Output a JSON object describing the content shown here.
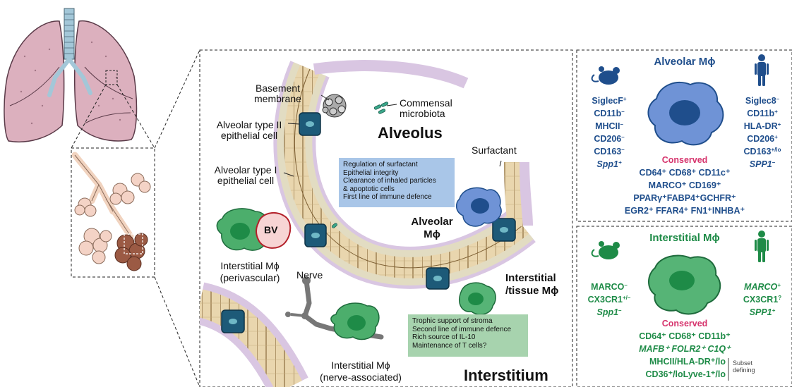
{
  "labels": {
    "basement_membrane": [
      "Basement",
      "membrane"
    ],
    "commensal_microbiota": [
      "Commensal",
      "microbiota"
    ],
    "alveolar_type2": [
      "Alveolar type II",
      "epithelial cell"
    ],
    "alveolus": "Alveolus",
    "surfactant": "Surfactant",
    "alveolar_type1": [
      "Alveolar type I",
      "epithelial cell"
    ],
    "bv": "BV",
    "alveolar_mphi": [
      "Alveolar",
      "Mϕ"
    ],
    "interstitial_perivascular": [
      "Interstitial Mϕ",
      "(perivascular)"
    ],
    "nerve": "Nerve",
    "interstitial_tissue": [
      "Interstitial",
      "/tissue Mϕ"
    ],
    "interstitial_nerve": [
      "Interstitial Mϕ",
      "(nerve-associated)"
    ],
    "interstitium": "Interstitium"
  },
  "alveolar_functions": [
    "Regulation of surfactant",
    "Epithelial integrity",
    "Clearance of inhaled particles",
    "& apoptotic cells",
    "First line of immune defence"
  ],
  "interstitial_functions": [
    "Trophic support of stroma",
    "Second line of immune defence",
    "Rich source of IL-10",
    "Maintenance of T cells?"
  ],
  "alveolar_panel": {
    "title": "Alveolar Mϕ",
    "mouse_markers": [
      {
        "text": "SiglecF",
        "sup": "+"
      },
      {
        "text": "CD11b",
        "sup": "–"
      },
      {
        "text": "MHCII",
        "sup": "–"
      },
      {
        "text": "CD206",
        "sup": "–"
      },
      {
        "text": "CD163",
        "sup": "–"
      },
      {
        "text": "Spp1",
        "sup": "+",
        "italic": true
      }
    ],
    "human_markers": [
      {
        "text": "Siglec8",
        "sup": "–"
      },
      {
        "text": "CD11b",
        "sup": "+"
      },
      {
        "text": "HLA-DR",
        "sup": "+"
      },
      {
        "text": "CD206",
        "sup": "+"
      },
      {
        "text": "CD163",
        "sup": "+/lo"
      },
      {
        "text": "SPP1",
        "sup": "–",
        "italic": true
      }
    ],
    "conserved_title": "Conserved",
    "conserved_lines": [
      "CD64⁺ CD68⁺ CD11c⁺",
      "MARCO⁺ CD169⁺",
      "PPARγ⁺FABP4⁺GCHFR⁺",
      "EGR2⁺ FFAR4⁺ FN1⁺INHBA⁺"
    ]
  },
  "interstitial_panel": {
    "title": "Interstitial Mϕ",
    "mouse_markers": [
      {
        "text": "MARCO",
        "sup": "–"
      },
      {
        "text": "CX3CR1",
        "sup": "+/–"
      },
      {
        "text": "Spp1",
        "sup": "–",
        "italic": true
      }
    ],
    "human_markers": [
      {
        "text": "MARCO",
        "sup": "+",
        "italic": true
      },
      {
        "text": "CX3CR1",
        "sup": "?"
      },
      {
        "text": "SPP1",
        "sup": "+",
        "italic": true
      }
    ],
    "conserved_title": "Conserved",
    "conserved_lines": [
      "CD64⁺ CD68⁺ CD11b⁺",
      "MAFB⁺ FOLR2⁺ C1Q⁺",
      "MHCII/HLA-DR⁺/lo",
      "CD36⁺/loLyve-1⁺/lo"
    ],
    "subset_note": [
      "Subset",
      "defining"
    ]
  },
  "colors": {
    "alveolar_blue": "#1f4e8c",
    "interstitial_green": "#1e8b47",
    "conserved_pink": "#d6336c",
    "lung_pink": "#dbb0bd",
    "alveolar_box": "#a9c6e8",
    "interstitial_box": "#a7d3ae"
  },
  "icons": [
    "lung-icon",
    "mouse-icon",
    "human-icon"
  ]
}
